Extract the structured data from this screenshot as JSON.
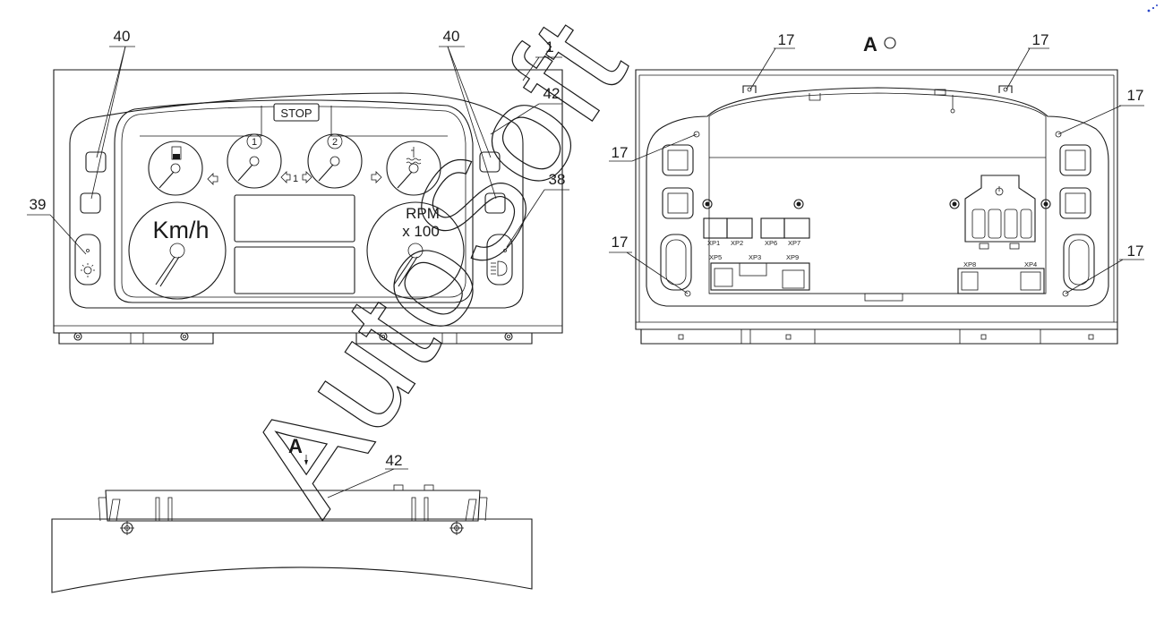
{
  "callouts": {
    "c40a": "40",
    "c40b": "40",
    "c1": "1",
    "c42a": "42",
    "c39": "39",
    "c38": "38",
    "c17a": "17",
    "c17b": "17",
    "c17c": "17",
    "c17d": "17",
    "c17e": "17",
    "c17f": "17",
    "c42b": "42"
  },
  "front_view": {
    "stop_label": "STOP",
    "gauge1_digit": "1",
    "gauge2_digit": "2",
    "turn_indicator_digit": "1",
    "speedometer_unit": "Km/h",
    "tachometer_unit": "RPM",
    "tachometer_scale": "x 100"
  },
  "rear_view": {
    "view_label": "A",
    "connectors": [
      "XP1",
      "XP2",
      "XP6",
      "XP7",
      "XP5",
      "XP3",
      "XP9",
      "XP8",
      "XP4"
    ]
  },
  "bottom_view": {
    "view_label": "A"
  },
  "watermark": "AutoSoft"
}
